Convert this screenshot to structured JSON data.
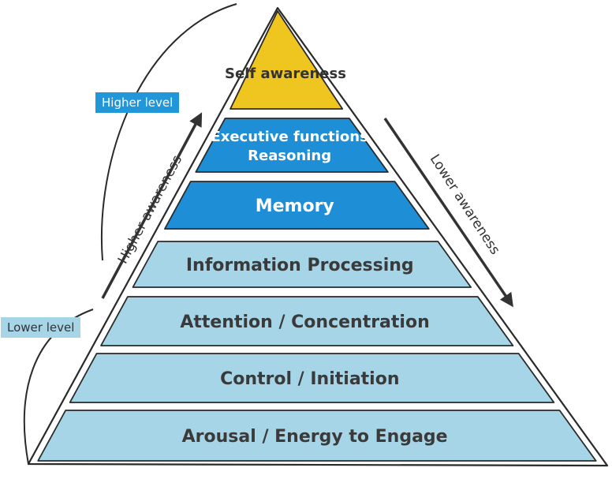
{
  "pyramid": {
    "levels": [
      {
        "lines": [
          "Self awareness"
        ],
        "fill": "#efc520",
        "text_color": "#333333"
      },
      {
        "lines": [
          "Executive functions",
          "Reasoning"
        ],
        "fill": "#1e8fd6",
        "text_color": "#ffffff"
      },
      {
        "lines": [
          "Memory"
        ],
        "fill": "#1e8fd6",
        "text_color": "#ffffff"
      },
      {
        "lines": [
          "Information Processing"
        ],
        "fill": "#a6d5e8",
        "text_color": "#3a3a3a"
      },
      {
        "lines": [
          "Attention / Concentration"
        ],
        "fill": "#a6d5e8",
        "text_color": "#3a3a3a"
      },
      {
        "lines": [
          "Control / Initiation"
        ],
        "fill": "#a6d5e8",
        "text_color": "#3a3a3a"
      },
      {
        "lines": [
          "Arousal / Energy to Engage"
        ],
        "fill": "#a6d5e8",
        "text_color": "#3a3a3a"
      }
    ]
  },
  "side_labels": {
    "higher_level": "Higher level",
    "lower_level": "Lower level"
  },
  "arrows": {
    "higher_awareness": "Higher awareness",
    "lower_awareness": "Lower awareness"
  }
}
